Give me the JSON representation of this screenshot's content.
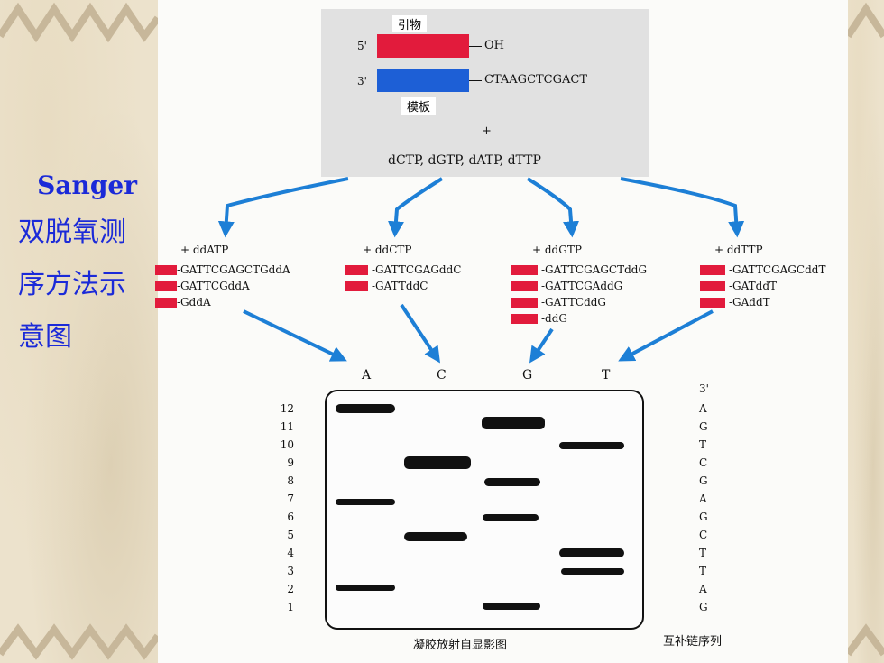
{
  "side_title": {
    "line1": "Sanger",
    "line2": "双脱氧测",
    "line3": "序方法示",
    "line4": "意图"
  },
  "top_box": {
    "primer_label": "引物",
    "template_label": "模板",
    "five_prime": "5'",
    "three_prime": "3'",
    "primer_end": "OH",
    "template_seq": "CTAAGCTCGACT",
    "plus": "+",
    "dntps": "dCTP, dGTP, dATP, dTTP",
    "colors": {
      "primer": "#e21b3c",
      "template": "#1d5fd6"
    }
  },
  "reactions": [
    {
      "name": "+ ddATP",
      "fragments": [
        "GATTCGAGCTGddA",
        "GATTCGddA",
        "GddA"
      ]
    },
    {
      "name": "+ ddCTP",
      "fragments": [
        "GATTCGAGddC",
        "GATTddC"
      ]
    },
    {
      "name": "+ ddGTP",
      "fragments": [
        "GATTCGAGCTddG",
        "GATTCGAddG",
        "GATTCddG",
        "ddG"
      ]
    },
    {
      "name": "+ ddTTP",
      "fragments": [
        "GATTCGAGCddT",
        "GATddT",
        "GAddT"
      ]
    }
  ],
  "gel": {
    "lanes": [
      "A",
      "C",
      "G",
      "T"
    ],
    "numbers": [
      "12",
      "11",
      "10",
      "9",
      "8",
      "7",
      "6",
      "5",
      "4",
      "3",
      "2",
      "1"
    ],
    "complement_header": "3'",
    "complement": [
      "A",
      "G",
      "T",
      "C",
      "G",
      "A",
      "G",
      "C",
      "T",
      "T",
      "A",
      "G"
    ],
    "caption_left": "凝胶放射自显影图",
    "caption_right": "互补链序列"
  },
  "arrow_color": "#1d7fd6"
}
